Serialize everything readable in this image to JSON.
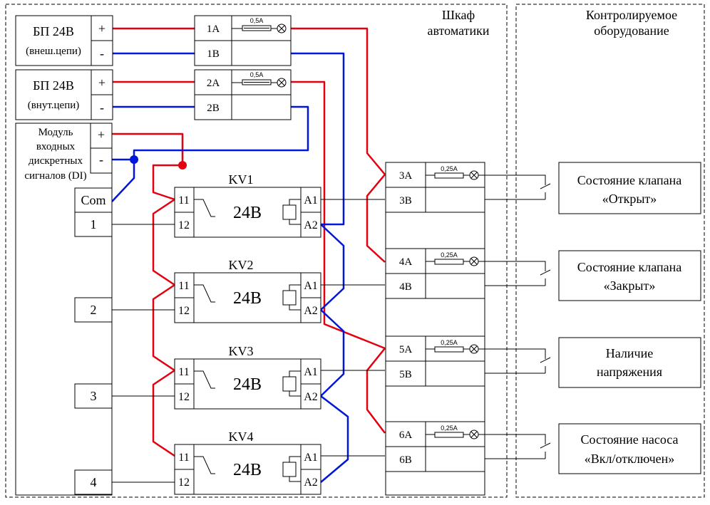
{
  "cabinet_label": [
    "Шкаф",
    "автоматики"
  ],
  "equipment_label": [
    "Контролируемое",
    "оборудование"
  ],
  "psu_ext": {
    "title": "БП 24В",
    "sub": "(внеш.цепи)",
    "plus": "+",
    "minus": "-"
  },
  "psu_int": {
    "title": "БП 24В",
    "sub": "(внут.цепи)",
    "plus": "+",
    "minus": "-"
  },
  "di_module": {
    "label": [
      "Модуль",
      "входных",
      "дискретных",
      "сигналов (DI)"
    ],
    "plus": "+",
    "minus": "-",
    "com": "Com",
    "inputs": [
      "1",
      "2",
      "3",
      "4"
    ]
  },
  "fuse_blocks": [
    {
      "a": "1А",
      "b": "1В",
      "fuse": "0,5A"
    },
    {
      "a": "2А",
      "b": "2В",
      "fuse": "0,5A"
    }
  ],
  "output_blocks": [
    {
      "a": "3А",
      "b": "3В",
      "fuse": "0,25A"
    },
    {
      "a": "4А",
      "b": "4В",
      "fuse": "0,25A"
    },
    {
      "a": "5А",
      "b": "5В",
      "fuse": "0,25A"
    },
    {
      "a": "6А",
      "b": "6В",
      "fuse": "0,25A"
    }
  ],
  "relays": [
    {
      "name": "KV1",
      "voltage": "24В",
      "p11": "11",
      "p12": "12",
      "a1": "A1",
      "a2": "A2"
    },
    {
      "name": "KV2",
      "voltage": "24В",
      "p11": "11",
      "p12": "12",
      "a1": "A1",
      "a2": "A2"
    },
    {
      "name": "KV3",
      "voltage": "24В",
      "p11": "11",
      "p12": "12",
      "a1": "A1",
      "a2": "A2"
    },
    {
      "name": "KV4",
      "voltage": "24В",
      "p11": "11",
      "p12": "12",
      "a1": "A1",
      "a2": "A2"
    }
  ],
  "equipment": [
    {
      "line1": "Состояние клапана",
      "line2": "«Открыт»"
    },
    {
      "line1": "Состояние клапана",
      "line2": "«Закрыт»"
    },
    {
      "line1": "Наличие",
      "line2": "напряжения"
    },
    {
      "line1": "Состояние насоса",
      "line2": "«Вкл/отключен»"
    }
  ],
  "colors": {
    "plus_wire": "#e3000f",
    "minus_wire": "#0016d9"
  }
}
